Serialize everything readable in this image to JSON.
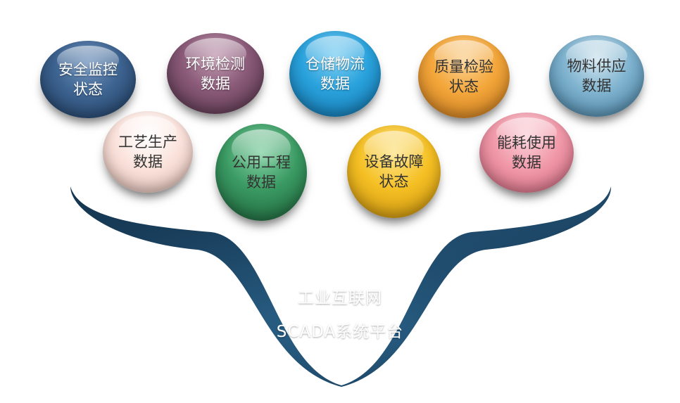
{
  "platform": {
    "line1": "工业互联网",
    "line2": "SCADA系统平台",
    "color": "#1f4a6b"
  },
  "bubbles": [
    {
      "id": "safety",
      "line1": "安全监控",
      "line2": "状态",
      "color": "#3d6390"
    },
    {
      "id": "environment",
      "line1": "环境检测",
      "line2": "数据",
      "color": "#8a5a78"
    },
    {
      "id": "warehouse",
      "line1": "仓储物流",
      "line2": "数据",
      "color": "#2aa2dc"
    },
    {
      "id": "quality",
      "line1": "质量检验",
      "line2": "状态",
      "color": "#f3a63a"
    },
    {
      "id": "materials",
      "line1": "物料供应",
      "line2": "数据",
      "color": "#7fb3cf"
    },
    {
      "id": "process",
      "line1": "工艺生产",
      "line2": "数据",
      "color": "#fbe3dc"
    },
    {
      "id": "utilities",
      "line1": "公用工程",
      "line2": "数据",
      "color": "#3a9a62"
    },
    {
      "id": "equipment",
      "line1": "设备故障",
      "line2": "状态",
      "color": "#f5c024"
    },
    {
      "id": "energy",
      "line1": "能耗使用",
      "line2": "数据",
      "color": "#f19aaa"
    }
  ]
}
